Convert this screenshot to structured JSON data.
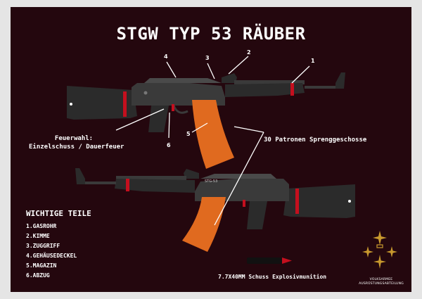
{
  "title": "STGW TYP 53 RÄUBER",
  "callouts": [
    "1",
    "2",
    "3",
    "4",
    "5",
    "6"
  ],
  "fire_mode_label": "Feuerwahl:\nEinzelschuss / Dauerfeuer",
  "magazine_label": "30 Patronen Sprenggeschosse",
  "parts_title": "WICHTIGE TEILE",
  "parts": [
    "1.GASROHR",
    "2.KIMME",
    "3.ZUGGRIFF",
    "4.GEHÄUSEDECKEL",
    "5.MAGAZIN",
    "6.ABZUG"
  ],
  "receiver_marking": "STG-53",
  "ammo_label": "7.7X40MM Schuss Explosivmunition",
  "emblem_text": "VOLKSARMEE\nAUSRÜSTUNGSABTEILUNG",
  "colors": {
    "background": "#24070e",
    "frame": "#e5e5e5",
    "metal": "#3a3a3a",
    "furniture": "#2b2b2b",
    "red_band": "#c40f1e",
    "magazine": "#e06a1f",
    "emblem_gold": "#c99a2e",
    "text": "#ffffff"
  }
}
